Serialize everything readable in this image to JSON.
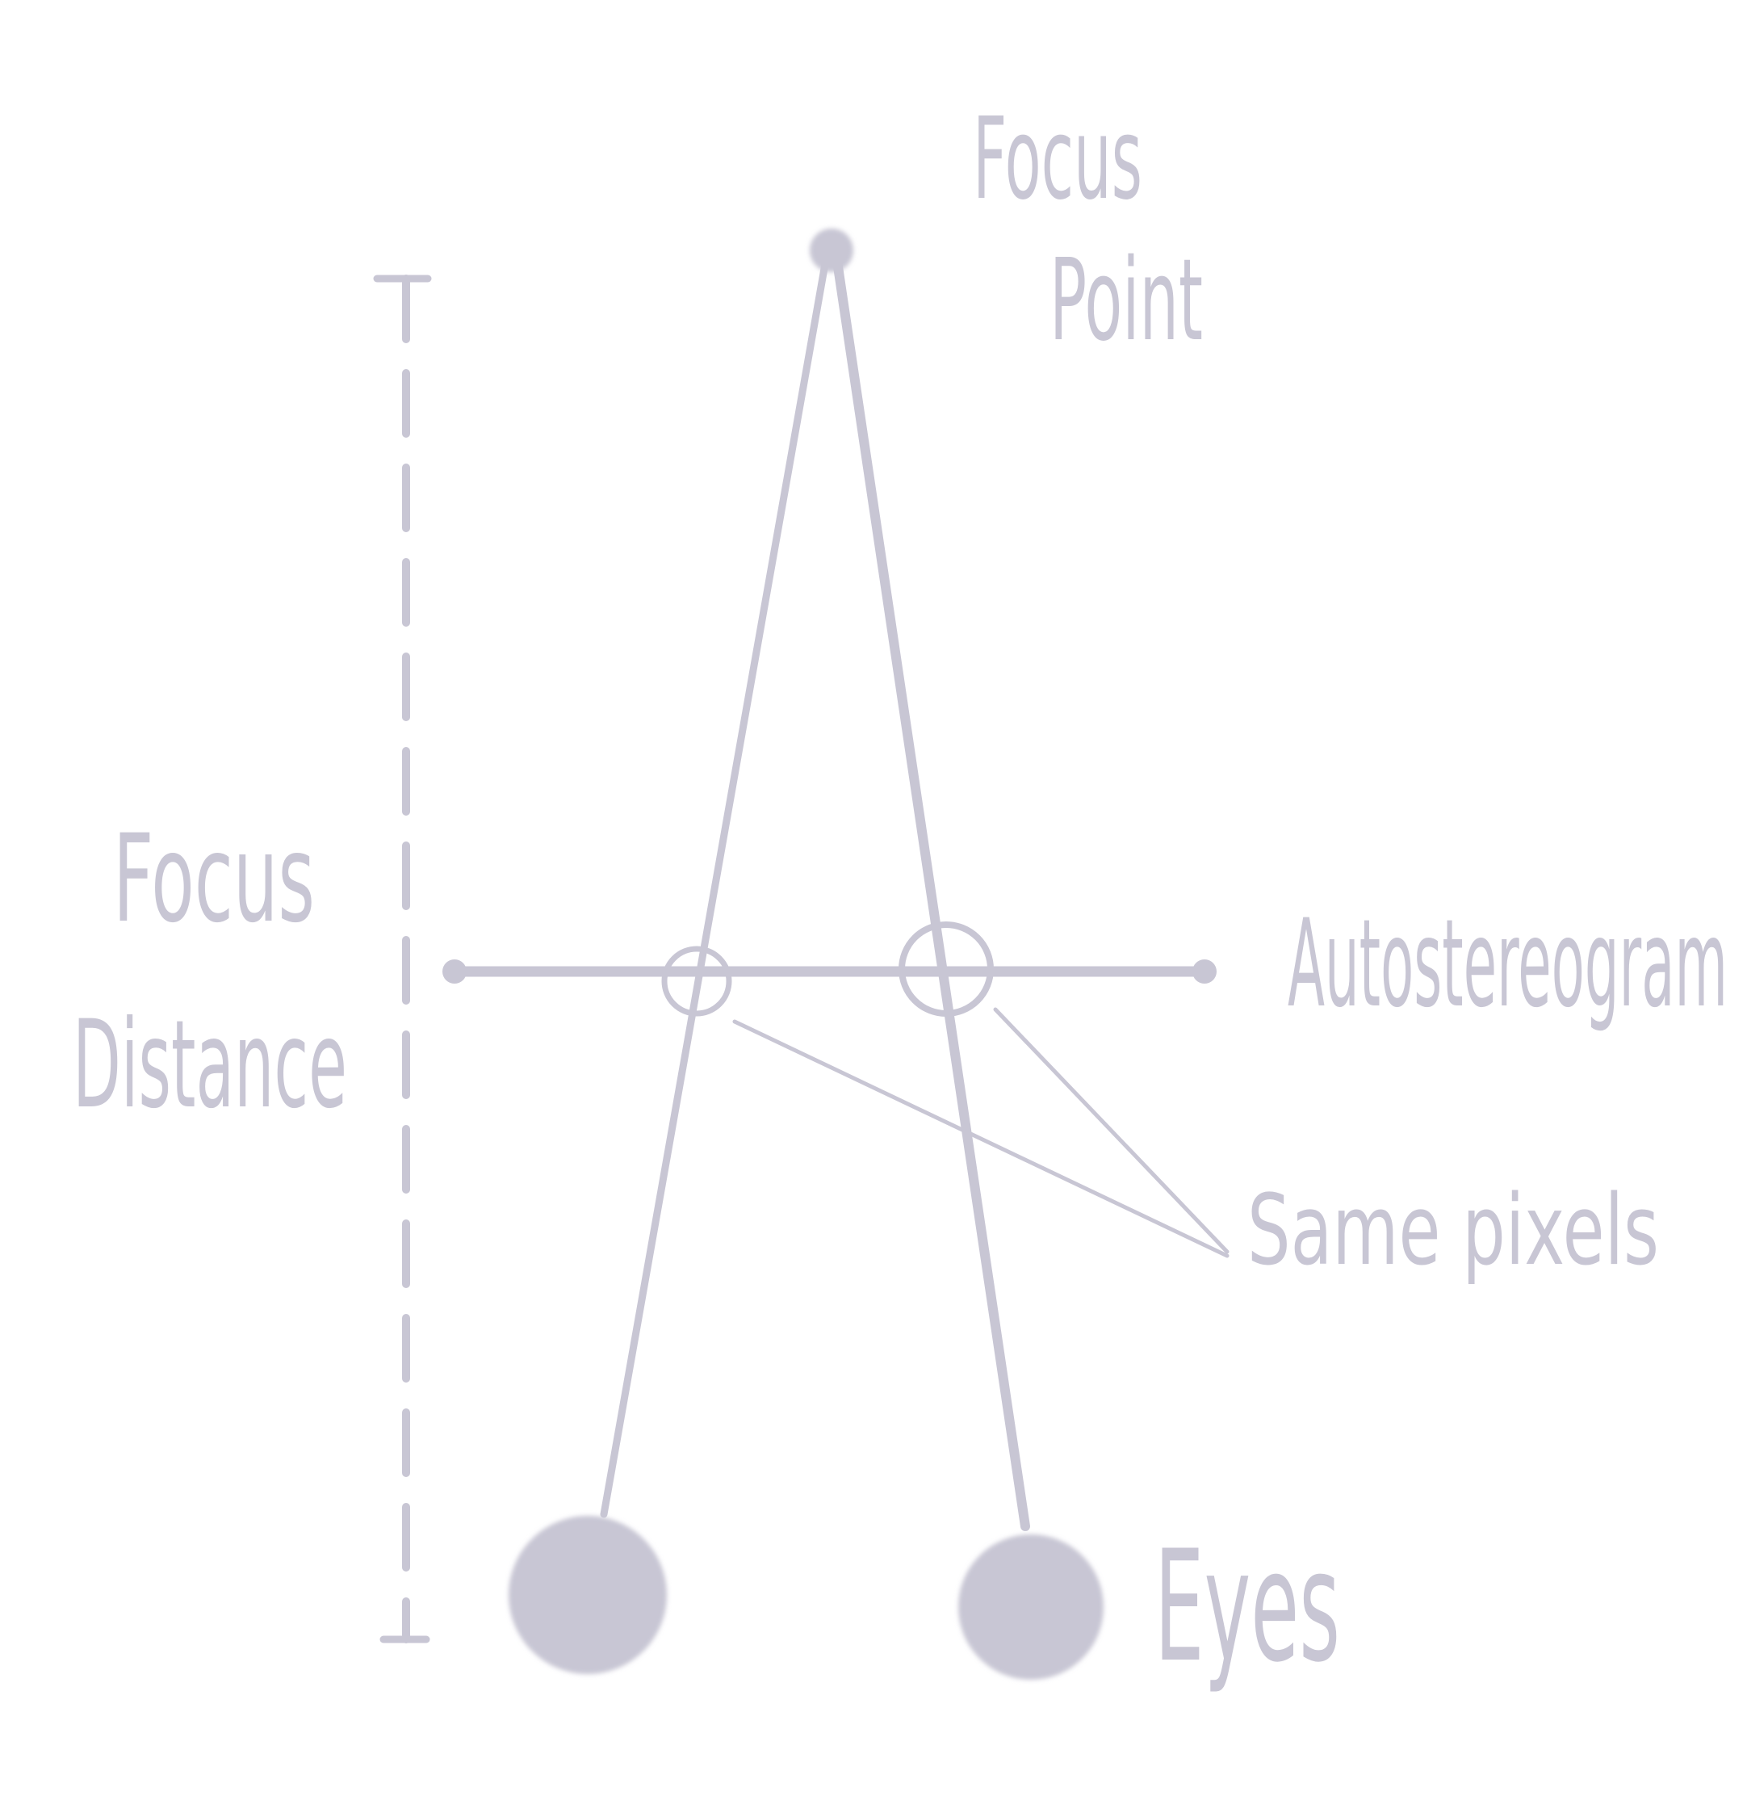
{
  "diagram": {
    "ink_color": "#c8c6d4",
    "background": "#ffffff",
    "labels": {
      "focus_point_line1": "Focus",
      "focus_point_line2": "Point",
      "focus_distance_line1": "Focus",
      "focus_distance_line2": "Distance",
      "autostereogram": "Autostereogram",
      "same_pixels": "Same pixels",
      "eyes": "Eyes"
    }
  }
}
